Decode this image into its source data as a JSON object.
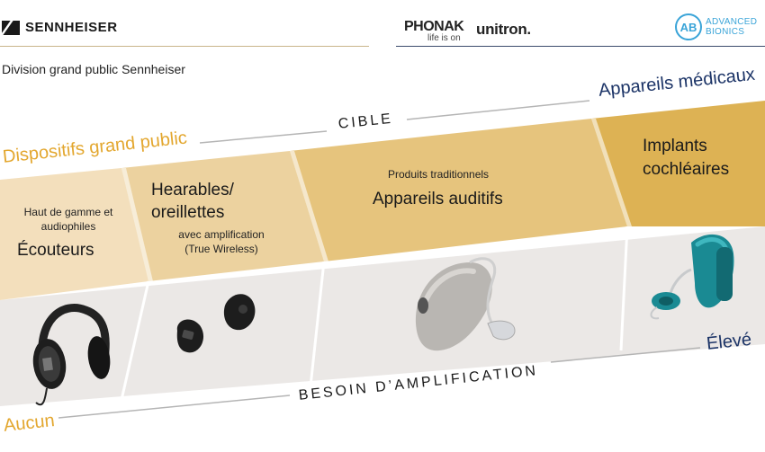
{
  "header": {
    "sennheiser_logo": "SENNHEISER",
    "phonak_logo": "PHONAK",
    "phonak_tagline": "life is on",
    "unitron_logo": "unitron.",
    "ab_logo_mark": "AB",
    "ab_logo_line1": "ADVANCED",
    "ab_logo_line2": "BIONICS"
  },
  "division_label": "Division grand public Sennheiser",
  "axis_top": {
    "label": "CIBLE",
    "left_label": "Dispositifs grand public",
    "right_label": "Appareils médicaux"
  },
  "axis_bottom": {
    "label": "BESOIN D’AMPLIFICATION",
    "left_label": "Aucun",
    "right_label": "Élevé"
  },
  "segments": [
    {
      "subtitle": "Haut de gamme et audiophiles",
      "title": "Écouteurs",
      "image": "over-ear-headphones"
    },
    {
      "title": "Hearables/ oreillettes",
      "subtitle": "avec amplification (True Wireless)",
      "image": "true-wireless-earbuds"
    },
    {
      "subtitle": "Produits traditionnels",
      "title": "Appareils auditifs",
      "image": "behind-the-ear-hearing-aid"
    },
    {
      "title": "Implants cochléaires",
      "image": "cochlear-implant-processor"
    }
  ],
  "colors": {
    "gold_text": "#e3a72f",
    "navy_text": "#1c3467",
    "band1": "#f3dfbc",
    "band2": "#ecd29f",
    "band3": "#e6c47d",
    "band4": "#ddb254",
    "photo_bg": "#ebe8e6"
  }
}
